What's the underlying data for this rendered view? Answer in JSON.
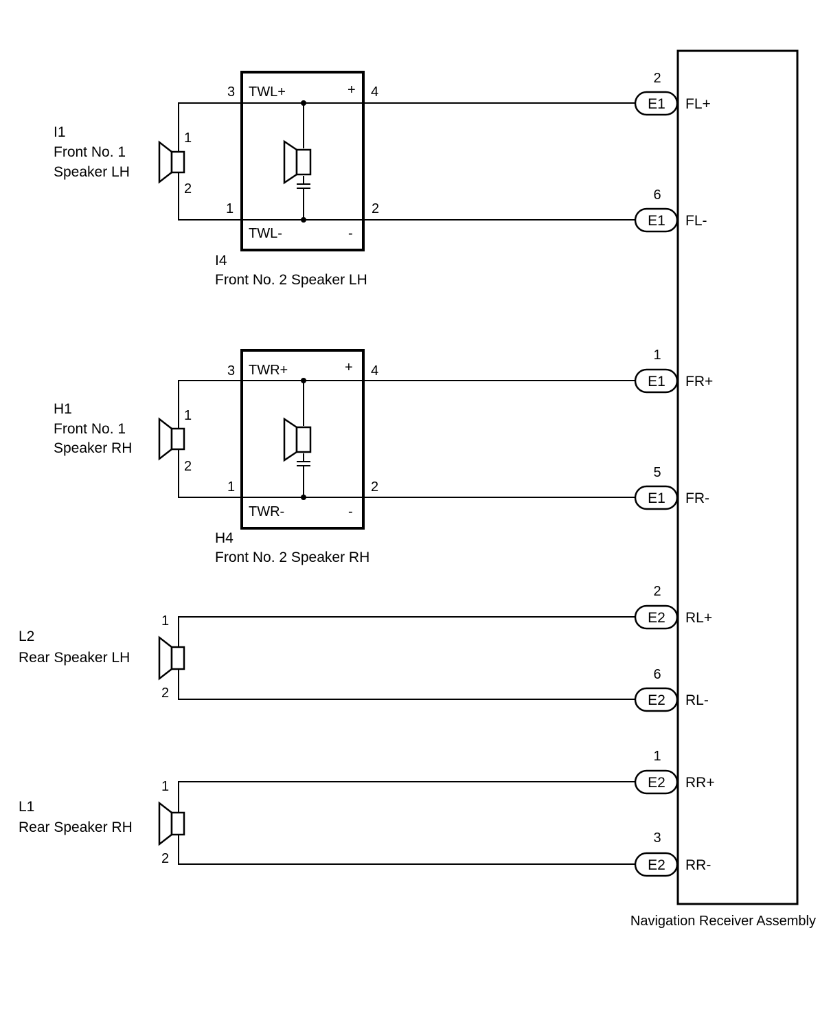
{
  "receiver": {
    "label": "Navigation Receiver Assembly"
  },
  "front_lh": {
    "tweeter_code": "I1",
    "tweeter_name_1": "Front No. 1",
    "tweeter_name_2": "Speaker LH",
    "tweeter_pin_top": "1",
    "tweeter_pin_bottom": "2",
    "box_code": "I4",
    "box_name": "Front No. 2 Speaker LH",
    "pin_in_top": "3",
    "pin_out_top": "4",
    "pin_in_bottom": "1",
    "pin_out_bottom": "2",
    "terminal_top": "TWL+",
    "terminal_bottom": "TWL-",
    "sign_top": "+",
    "sign_bottom": "-"
  },
  "front_rh": {
    "tweeter_code": "H1",
    "tweeter_name_1": "Front No. 1",
    "tweeter_name_2": "Speaker RH",
    "tweeter_pin_top": "1",
    "tweeter_pin_bottom": "2",
    "box_code": "H4",
    "box_name": "Front No. 2 Speaker RH",
    "pin_in_top": "3",
    "pin_out_top": "4",
    "pin_in_bottom": "1",
    "pin_out_bottom": "2",
    "terminal_top": "TWR+",
    "terminal_bottom": "TWR-",
    "sign_top": "+",
    "sign_bottom": "-"
  },
  "rear_lh": {
    "code": "L2",
    "name": "Rear Speaker LH",
    "pin_top": "1",
    "pin_bottom": "2"
  },
  "rear_rh": {
    "code": "L1",
    "name": "Rear Speaker RH",
    "pin_top": "1",
    "pin_bottom": "2"
  },
  "connectors": [
    {
      "id": "E1",
      "pin": "2",
      "signal": "FL+"
    },
    {
      "id": "E1",
      "pin": "6",
      "signal": "FL-"
    },
    {
      "id": "E1",
      "pin": "1",
      "signal": "FR+"
    },
    {
      "id": "E1",
      "pin": "5",
      "signal": "FR-"
    },
    {
      "id": "E2",
      "pin": "2",
      "signal": "RL+"
    },
    {
      "id": "E2",
      "pin": "6",
      "signal": "RL-"
    },
    {
      "id": "E2",
      "pin": "1",
      "signal": "RR+"
    },
    {
      "id": "E2",
      "pin": "3",
      "signal": "RR-"
    }
  ]
}
